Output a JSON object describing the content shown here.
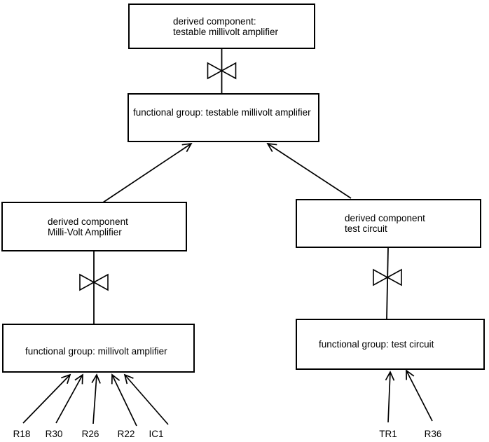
{
  "diagram": {
    "type": "decomposition-hierarchy",
    "colors": {
      "background": "#ffffff",
      "line": "#000000",
      "text": "#000000"
    },
    "nodes": {
      "derived_testable": {
        "line1": "derived component:",
        "line2": "testable millivolt amplifier"
      },
      "functional_testable": {
        "label": "functional group: testable millivolt amplifier"
      },
      "derived_millivolt": {
        "line1": "derived component",
        "line2": "Milli-Volt Amplifier"
      },
      "derived_test": {
        "line1": "derived component",
        "line2": "test circuit"
      },
      "functional_millivolt": {
        "label": "functional group: millivolt amplifier"
      },
      "functional_test": {
        "label": "functional group: test circuit"
      }
    },
    "components_left": [
      "R18",
      "R30",
      "R26",
      "R22",
      "IC1"
    ],
    "components_right": [
      "TR1",
      "R36"
    ],
    "icons": {
      "bowtie": "bowtie-decomposition-icon"
    }
  }
}
